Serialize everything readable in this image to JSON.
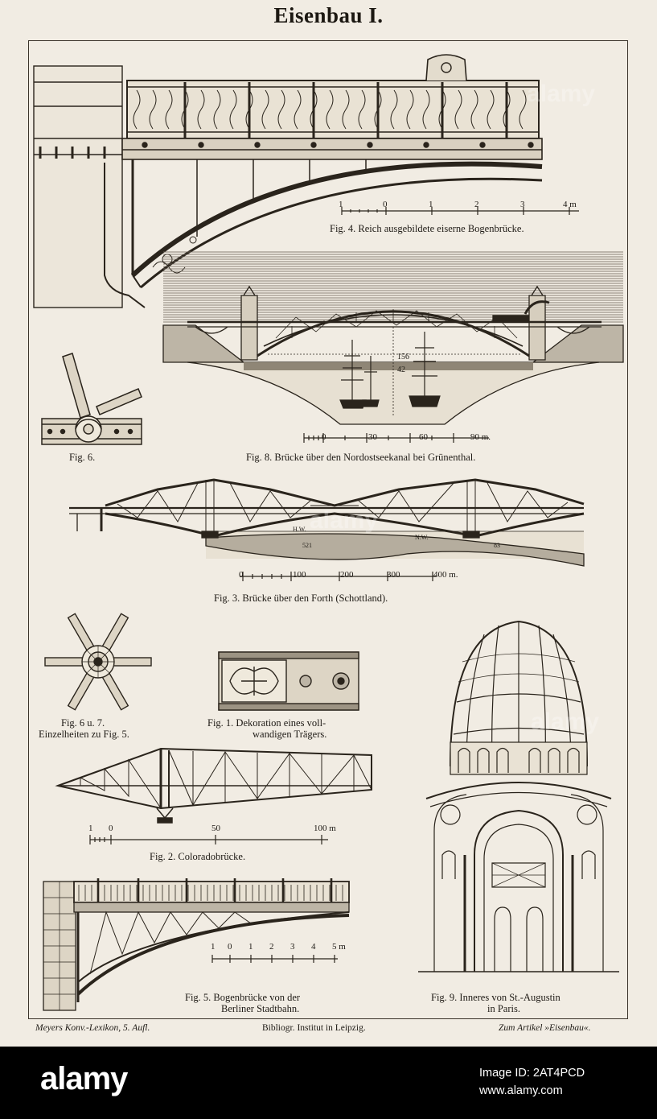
{
  "plate": {
    "title": "Eisenbau I.",
    "footer": {
      "left": "Meyers Konv.-Lexikon, 5. Aufl.",
      "center": "Bibliogr. Institut in Leipzig.",
      "right": "Zum Artikel »Eisenbau«."
    }
  },
  "figures": {
    "fig4": {
      "caption": "Fig. 4.  Reich ausgebildete eiserne Bogenbrücke.",
      "scale": [
        "1",
        "0",
        "1",
        "2",
        "3",
        "4 m"
      ]
    },
    "fig6": {
      "caption": "Fig. 6."
    },
    "fig8": {
      "caption": "Fig. 8.  Brücke über den Nordostseekanal bei Grünenthal.",
      "scale": [
        "0",
        "30",
        "60",
        "90 m."
      ],
      "dims": [
        "156",
        "42"
      ]
    },
    "fig3": {
      "caption": "Fig. 3.  Brücke über den Forth (Schottland).",
      "scale": [
        "0",
        "100",
        "200",
        "300",
        "400 m."
      ],
      "water": [
        "H.W.",
        "N.W."
      ],
      "dims": [
        "521",
        "83"
      ]
    },
    "fig67": {
      "caption_line1": "Fig. 6 u. 7.",
      "caption_line2": "Einzelheiten zu Fig. 5."
    },
    "fig1": {
      "caption_line1": "Fig. 1.  Dekoration eines voll-",
      "caption_line2": "wandigen Trägers."
    },
    "fig2": {
      "caption": "Fig. 2.  Coloradobrücke.",
      "scale": [
        "1",
        "0",
        "50",
        "100 m"
      ]
    },
    "fig5": {
      "caption_line1": "Fig. 5.  Bogenbrücke von der",
      "caption_line2": "Berliner Stadtbahn.",
      "scale": [
        "1",
        "0",
        "1",
        "2",
        "3",
        "4",
        "5 m"
      ]
    },
    "fig9": {
      "caption_line1": "Fig. 9.  Inneres von St.-Augustin",
      "caption_line2": "in Paris."
    }
  },
  "watermark": {
    "text": "alamy",
    "logo": "alamy",
    "image_id_label": "Image ID: 2AT4PCD",
    "url": "www.alamy.com"
  },
  "colors": {
    "paper": "#f1ece3",
    "ink": "#1e1a15",
    "bar": "#000000"
  }
}
